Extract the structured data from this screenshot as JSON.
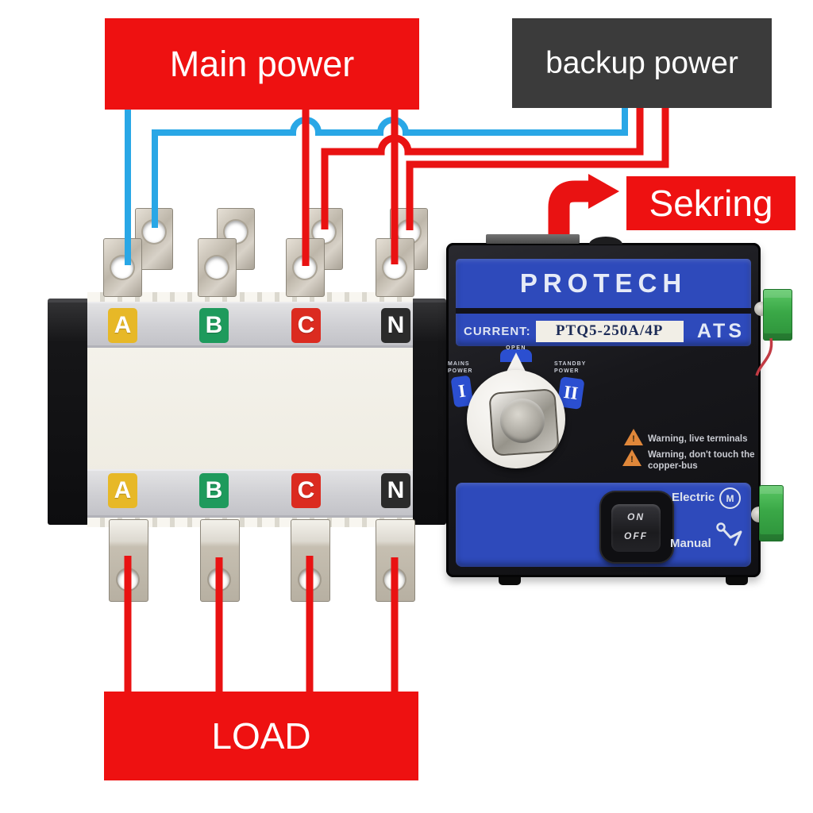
{
  "colors": {
    "box_red": "#ee1111",
    "box_dark": "#3b3b3b",
    "wire_red": "#e91212",
    "wire_blue": "#29a7e6",
    "thin_wire_red": "#c23b44",
    "panel_blue": "#2e4abb",
    "accent_blue": "#2b4fd0",
    "terminal_green": "#3aa847"
  },
  "labels": {
    "main_power": "Main power",
    "backup_power": "backup power",
    "sekring": "Sekring",
    "load": "LOAD"
  },
  "switch": {
    "phases": [
      {
        "letter": "A",
        "color": "#e7b827"
      },
      {
        "letter": "B",
        "color": "#1e9a5c"
      },
      {
        "letter": "C",
        "color": "#db2b20"
      },
      {
        "letter": "N",
        "color": "#2b2b2b"
      }
    ]
  },
  "device": {
    "brand": "PROTECH",
    "current_label": "CURRENT:",
    "model": "PTQ5-250A/4P",
    "type_label": "ATS",
    "rotary": {
      "open_label": "OPEN",
      "mains_label": "MAINS POWER",
      "mains_numeral": "I",
      "standby_label": "STANDBY POWER",
      "standby_numeral": "II"
    },
    "warnings": [
      "Warning, live terminals",
      "Warning, don't touch the copper-bus"
    ],
    "power_switch": {
      "on": "ON",
      "off": "OFF"
    },
    "modes": {
      "electric": "Electric",
      "manual": "Manual"
    }
  },
  "icons": {
    "warning_mark": "!",
    "electric_motor_mark": "M"
  }
}
